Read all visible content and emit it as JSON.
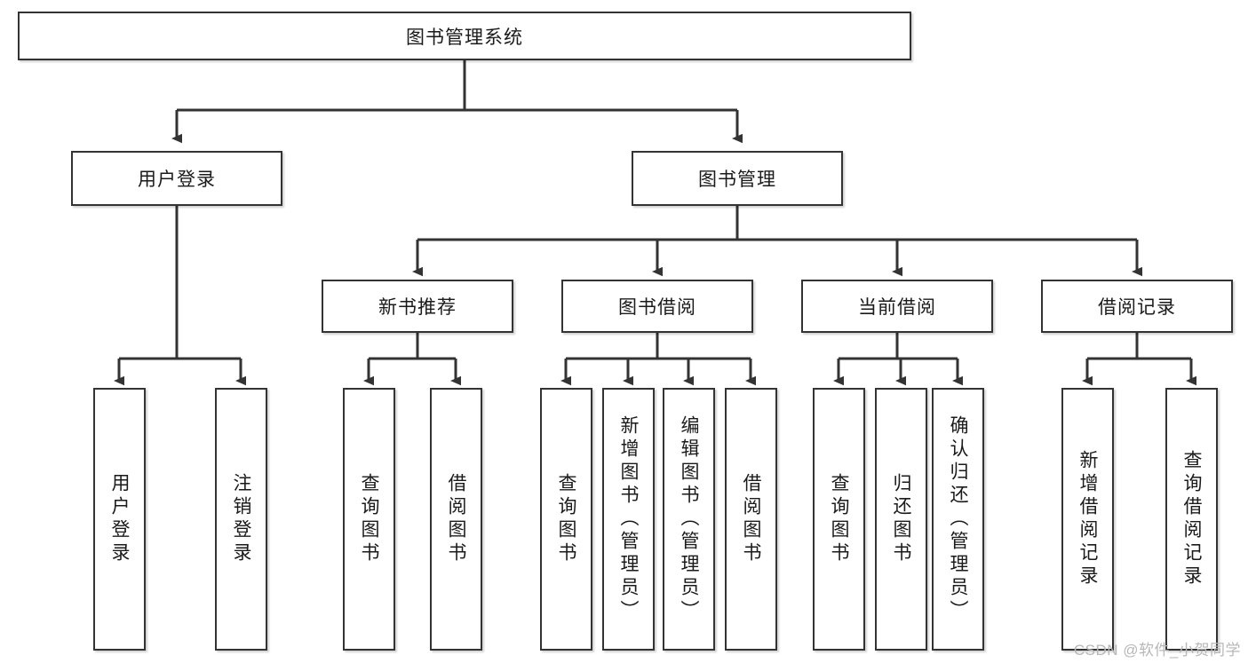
{
  "diagram": {
    "title": "图书管理系统",
    "type": "tree-hierarchy-diagram",
    "colors": {
      "box_border": "#333333",
      "box_fill": "#ffffff",
      "connector": "#333333",
      "watermark": "#b7b7b7",
      "background": "#ffffff"
    },
    "root": {
      "label": "图书管理系统"
    },
    "level2": [
      {
        "label": "用户登录"
      },
      {
        "label": "图书管理"
      }
    ],
    "level3": [
      {
        "label": "新书推荐"
      },
      {
        "label": "图书借阅"
      },
      {
        "label": "当前借阅"
      },
      {
        "label": "借阅记录"
      }
    ],
    "leaves": {
      "user_login": [
        {
          "label": "用户登录"
        },
        {
          "label": "注销登录"
        }
      ],
      "new_book_recommend": [
        {
          "label": "查询图书"
        },
        {
          "label": "借阅图书"
        }
      ],
      "book_borrow": [
        {
          "label": "查询图书"
        },
        {
          "label": "新增图书（管理员）"
        },
        {
          "label": "编辑图书（管理员）"
        },
        {
          "label": "借阅图书"
        }
      ],
      "current_borrow": [
        {
          "label": "查询图书"
        },
        {
          "label": "归还图书"
        },
        {
          "label": "确认归还（管理员）"
        }
      ],
      "borrow_records": [
        {
          "label": "新增借阅记录"
        },
        {
          "label": "查询借阅记录"
        }
      ]
    }
  },
  "watermark": {
    "text": "CSDN @软件_小贺同学"
  }
}
